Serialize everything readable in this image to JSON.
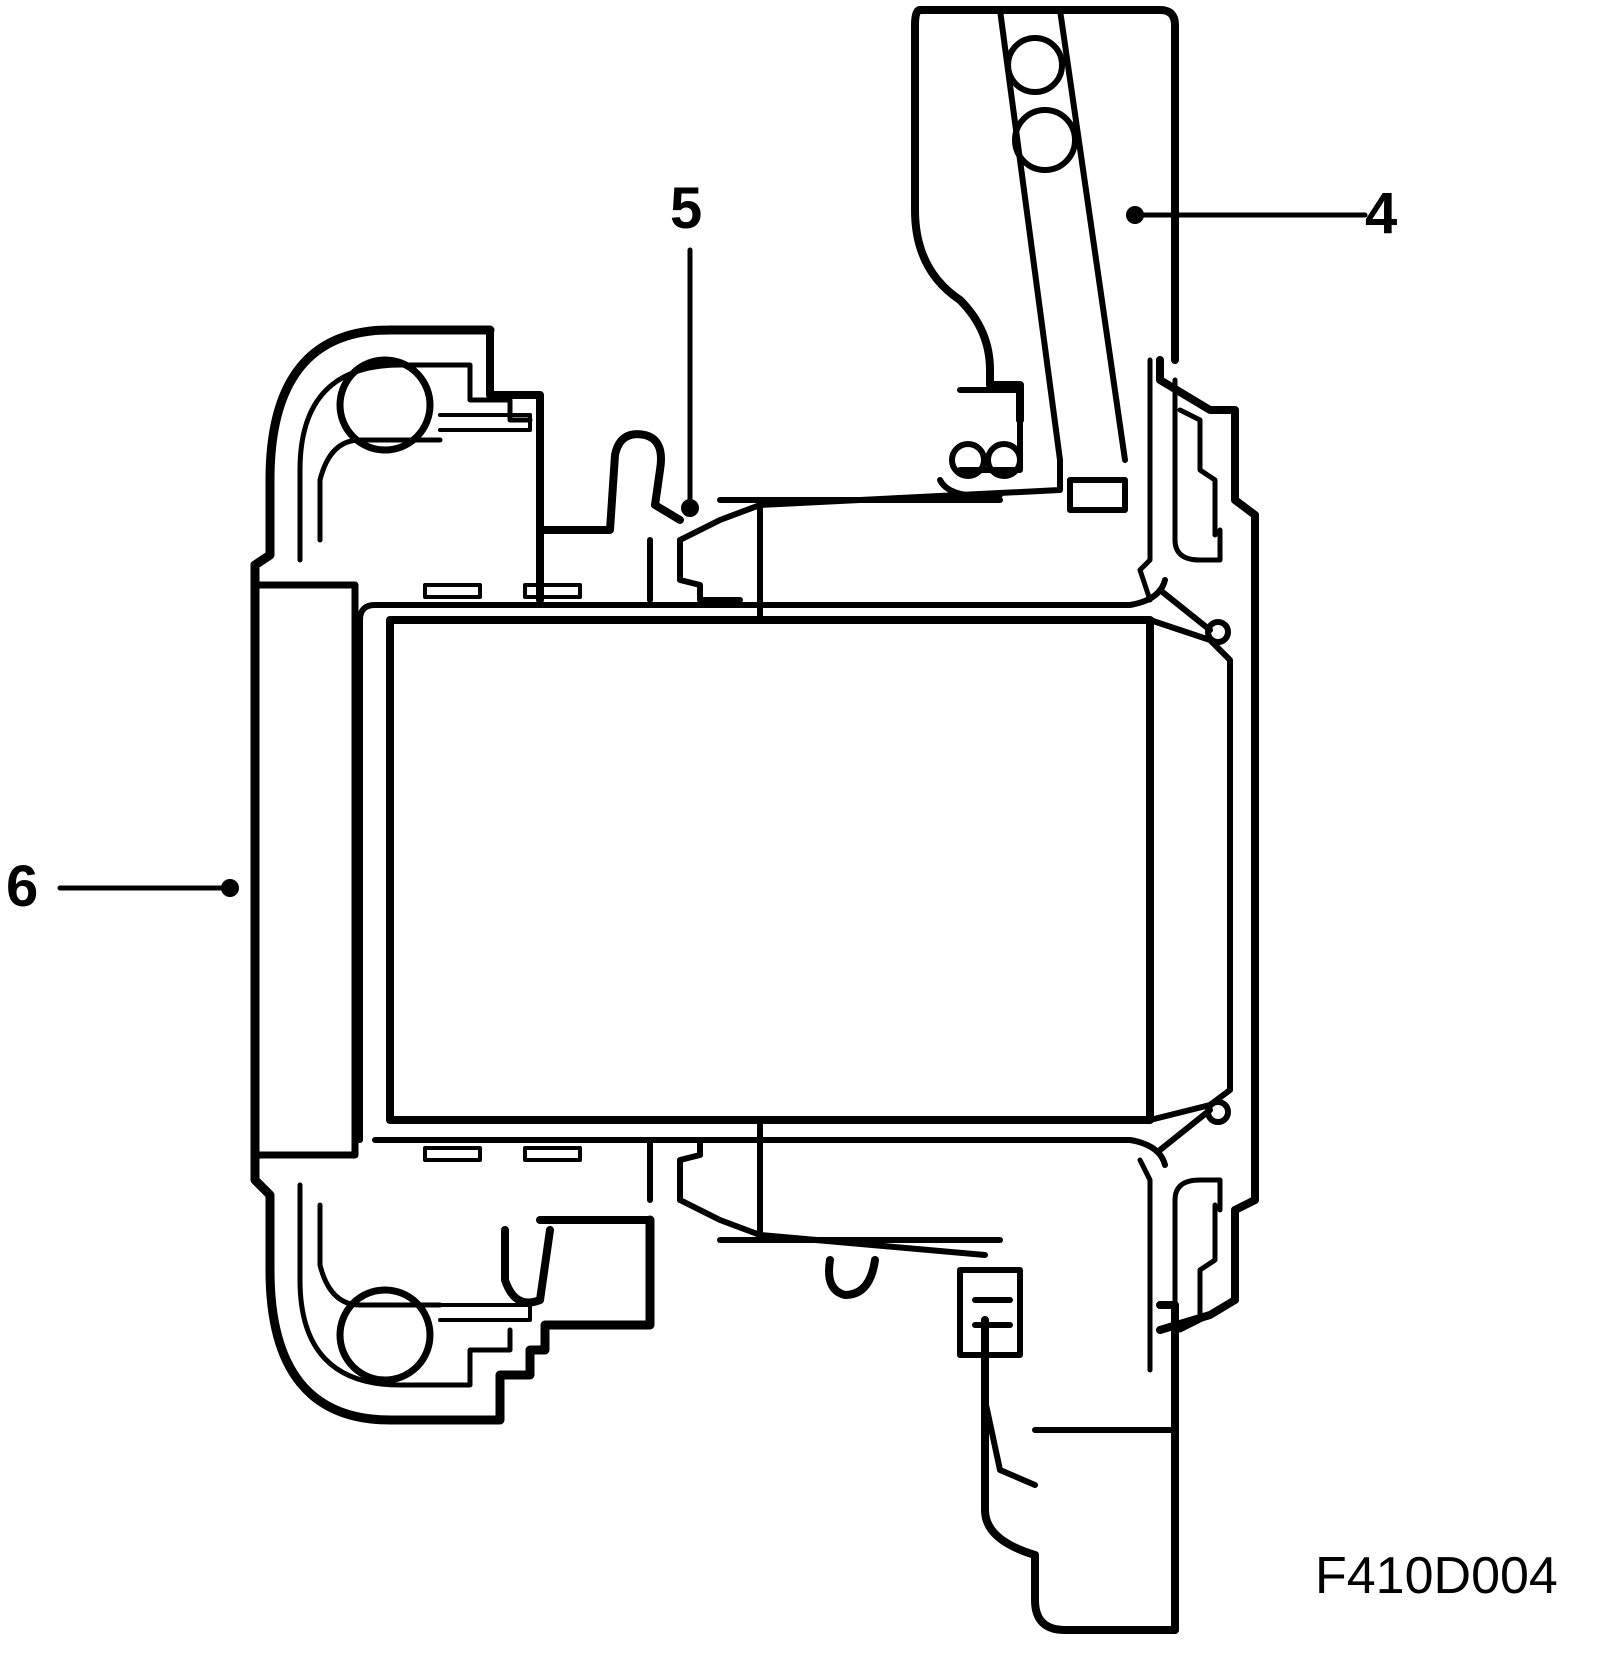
{
  "callouts": {
    "c4": "4",
    "c5": "5",
    "c6": "6"
  },
  "reference_code": "F410D004",
  "colors": {
    "line": "#000000",
    "background": "#ffffff"
  }
}
